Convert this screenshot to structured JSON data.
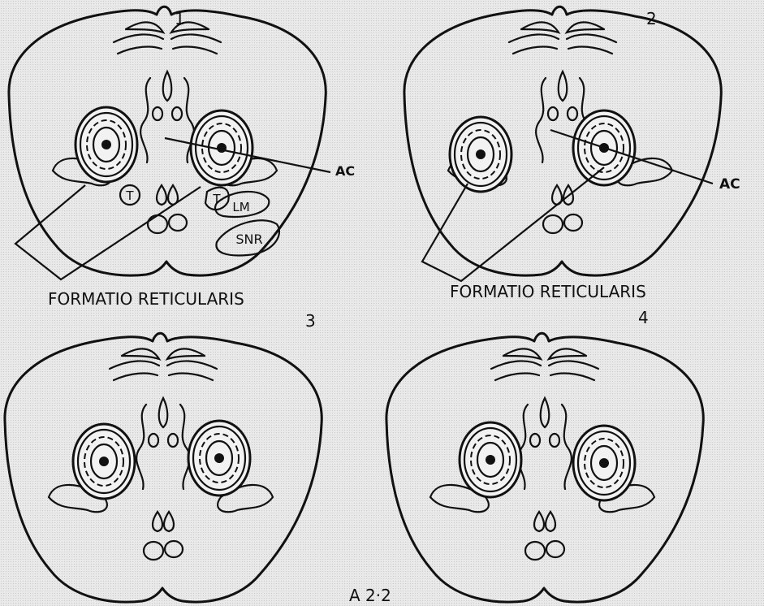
{
  "panels": [
    {
      "number": "1",
      "ac_label": "AC",
      "reticular_label": "FORMATIO RETICULARIS",
      "labels": {
        "t_left": "T",
        "t_right": "T",
        "lm": "LM",
        "snr": "SNR"
      }
    },
    {
      "number": "2",
      "ac_label": "AC",
      "reticular_label": "FORMATIO RETICULARIS"
    },
    {
      "number": "3"
    },
    {
      "number": "4"
    }
  ],
  "figure_label": "A 2·2"
}
